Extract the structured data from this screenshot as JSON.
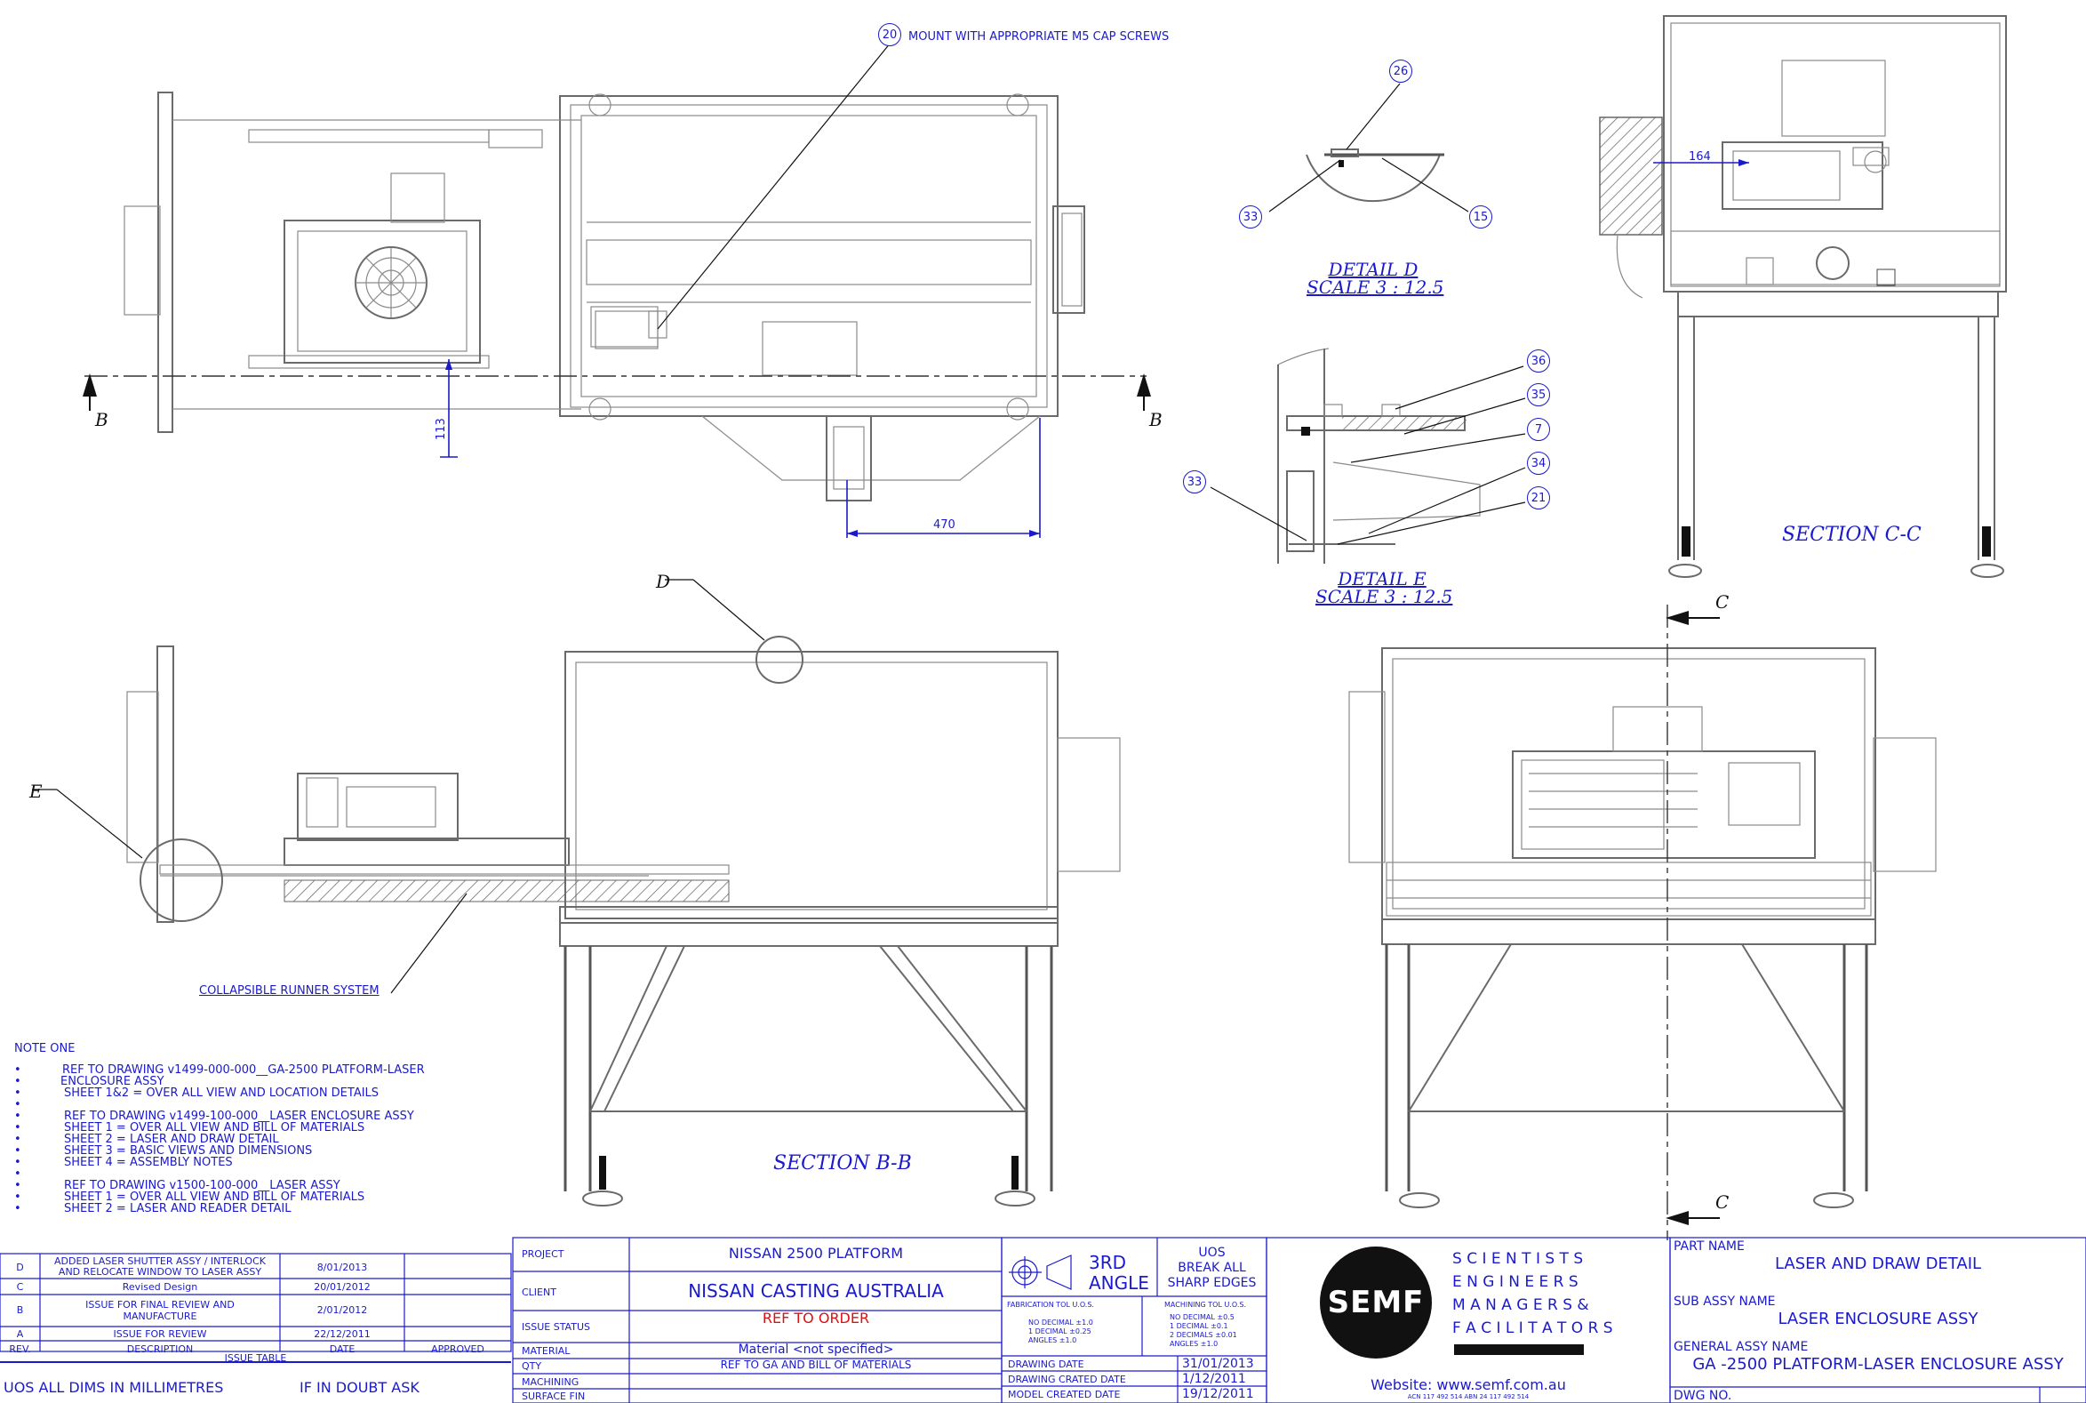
{
  "callouts": {
    "c20": "20",
    "c20_note": "MOUNT WITH APPROPRIATE M5 CAP SCREWS",
    "c26": "26",
    "c33a": "33",
    "c15": "15",
    "c36": "36",
    "c35": "35",
    "c7": "7",
    "c33b": "33",
    "c34": "34",
    "c21": "21"
  },
  "labels": {
    "detail_d": "DETAIL D",
    "detail_d_scale": "SCALE 3 : 12.5",
    "detail_e": "DETAIL E",
    "detail_e_scale": "SCALE 3 : 12.5",
    "section_cc": "SECTION C-C",
    "section_bb": "SECTION B-B",
    "mark_b": "B",
    "mark_c": "C",
    "mark_d": "D",
    "mark_e": "E",
    "collapsible": "COLLAPSIBLE RUNNER SYSTEM"
  },
  "dimensions": {
    "d164": "164",
    "d113": "113",
    "d470": "470"
  },
  "notes": {
    "title": "NOTE ONE",
    "lines": [
      "REF TO DRAWING v1499-000-000__GA-2500 PLATFORM-LASER",
      "ENCLOSURE ASSY",
      "SHEET 1&2 = OVER ALL VIEW AND LOCATION DETAILS",
      "",
      "REF TO DRAWING v1499-100-000__LASER ENCLOSURE ASSY",
      "SHEET 1 = OVER ALL VIEW AND BILL OF MATERIALS",
      "SHEET 2 = LASER AND DRAW DETAIL",
      "SHEET 3 = BASIC VIEWS AND DIMENSIONS",
      "SHEET 4 = ASSEMBLY NOTES",
      "",
      "REF TO DRAWING v1500-100-000__LASER ASSY",
      "SHEET 1 = OVER ALL VIEW AND BILL OF MATERIALS",
      "SHEET 2 = LASER AND READER DETAIL"
    ]
  },
  "revisions": {
    "rows": [
      {
        "rev": "D",
        "desc1": "ADDED LASER SHUTTER ASSY / INTERLOCK",
        "desc2": "AND RELOCATE WINDOW TO LASER ASSY",
        "date": "8/01/2013"
      },
      {
        "rev": "C",
        "desc1": "Revised Design",
        "desc2": "",
        "date": "20/01/2012"
      },
      {
        "rev": "B",
        "desc1": "ISSUE FOR FINAL REVIEW AND",
        "desc2": "MANUFACTURE",
        "date": "2/01/2012"
      },
      {
        "rev": "A",
        "desc1": "ISSUE FOR REVIEW",
        "desc2": "",
        "date": "22/12/2011"
      }
    ],
    "h_rev": "REV.",
    "h_desc": "DESCRIPTION",
    "h_date": "DATE",
    "h_approved": "APPROVED",
    "table_title": "ISSUE TABLE",
    "uos_dims": "UOS ALL DIMS IN MILLIMETRES",
    "doubt": "IF IN DOUBT ASK"
  },
  "project": {
    "project_label": "PROJECT",
    "project_value": "NISSAN 2500 PLATFORM",
    "client_label": "CLIENT",
    "client_value": "NISSAN CASTING AUSTRALIA",
    "status_label": "ISSUE STATUS",
    "status_value": "REF TO ORDER",
    "material_label": "MATERIAL",
    "material_value": "Material <not specified>",
    "qty_label": "QTY",
    "qty_value": "REF TO GA AND BILL OF MATERIALS",
    "machining_label": "MACHINING",
    "surface_label": "SURFACE FIN"
  },
  "tolerances": {
    "angle1": "3RD",
    "angle2": "ANGLE",
    "uos1": "UOS",
    "uos2": "BREAK ALL",
    "uos3": "SHARP EDGES",
    "fab_title": "FABRICATION TOL U.O.S.",
    "fab1": "NO DECIMAL  ±1.0",
    "fab2": "1 DECIMAL    ±0.25",
    "fab3": "ANGLES       ±1.0",
    "mach_title": "MACHINING TOL U.O.S.",
    "mach1": "NO DECIMAL  ±0.5",
    "mach2": "1 DECIMAL     ±0.1",
    "mach3": "2 DECIMALS  ±0.01",
    "mach4": "ANGLES        ±1.0",
    "drawing_date_label": "DRAWING DATE",
    "drawing_date": "31/01/2013",
    "created_label": "DRAWING CRATED DATE",
    "created": "1/12/2011",
    "model_label": "MODEL CREATED DATE",
    "model": "19/12/2011"
  },
  "company": {
    "logo": "SEMF",
    "t1": "S C I E N T I S T S",
    "t2": "E N G I N E E R S",
    "t3": "M A N A G E R S  &",
    "t4": "F A C I L I T A T O R S",
    "website": "Website: www.semf.com.au",
    "acn": "ACN 117 492 514 ABN 24 117 492 514"
  },
  "part": {
    "part_label": "PART NAME",
    "part_value": "LASER AND DRAW DETAIL",
    "sub_label": "SUB ASSY NAME",
    "sub_value": "LASER ENCLOSURE ASSY",
    "ga_label": "GENERAL ASSY NAME",
    "ga_value": "GA -2500 PLATFORM-LASER ENCLOSURE ASSY",
    "dwg_label": "DWG NO."
  }
}
